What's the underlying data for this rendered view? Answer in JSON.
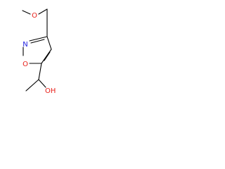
{
  "molecule": {
    "atoms": {
      "methoxy_oxygen": "O",
      "ring_nitrogen": "N",
      "ring_oxygen": "O",
      "hydroxyl": "OH"
    },
    "colors": {
      "bond": "#000000",
      "oxygen": "#e8201a",
      "nitrogen": "#2020e0"
    }
  }
}
